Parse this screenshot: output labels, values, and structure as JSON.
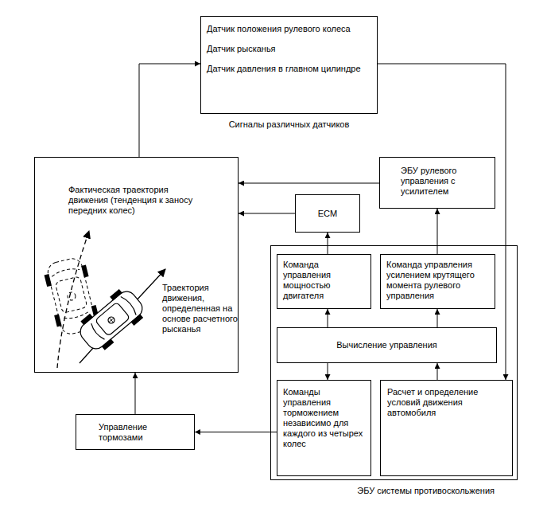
{
  "diagram": {
    "nodes": [
      {
        "text": [
          "Датчик положения рулевого колеса",
          "Датчик рысканья",
          "Датчик давления в главном цилиндре",
          "Сигналы различных датчиков"
        ]
      },
      {
        "text": [
          "Фактическая траектория движения (тенденция к заносу передних колес)",
          "Траектория движения, определенная на основе расчетного рысканья"
        ]
      },
      {
        "text": [
          "ЭБУ рулевого управления с усилителем"
        ]
      },
      {
        "text": [
          "ECM"
        ]
      },
      {
        "text": [
          "ЭБУ системы противоскольжения"
        ]
      },
      {
        "text": [
          "Команда управления мощностью двигателя"
        ],
        "in": 4
      },
      {
        "text": [
          "Команда управления усилением крутящего момента рулевого управления"
        ],
        "in": 4
      },
      {
        "text": [
          "Вычисление управления"
        ],
        "in": 4
      },
      {
        "text": [
          "Команды управления торможением независимо для каждого из четырех колес"
        ],
        "in": 4
      },
      {
        "text": [
          "Расчет и определение условий движения автомобиля"
        ],
        "in": 4
      },
      {
        "text": [
          "Управление тормозами"
        ]
      }
    ],
    "edges": [
      {
        "from": 1,
        "to": 0,
        "arrow": "to"
      },
      {
        "from": 0,
        "to": 9,
        "arrow": "to"
      },
      {
        "from": 2,
        "to": 1,
        "arrow": "to"
      },
      {
        "from": 3,
        "to": 1,
        "arrow": "to"
      },
      {
        "from": 5,
        "to": 3,
        "arrow": "to"
      },
      {
        "from": 6,
        "to": 2,
        "arrow": "to"
      },
      {
        "from": 7,
        "to": 5,
        "arrow": "to"
      },
      {
        "from": 7,
        "to": 6,
        "arrow": "to"
      },
      {
        "from": 9,
        "to": 7,
        "arrow": "to"
      },
      {
        "from": 7,
        "to": 8,
        "arrow": "to"
      },
      {
        "from": 8,
        "to": 10,
        "arrow": "to"
      },
      {
        "from": 10,
        "to": 1,
        "arrow": "to"
      }
    ]
  }
}
